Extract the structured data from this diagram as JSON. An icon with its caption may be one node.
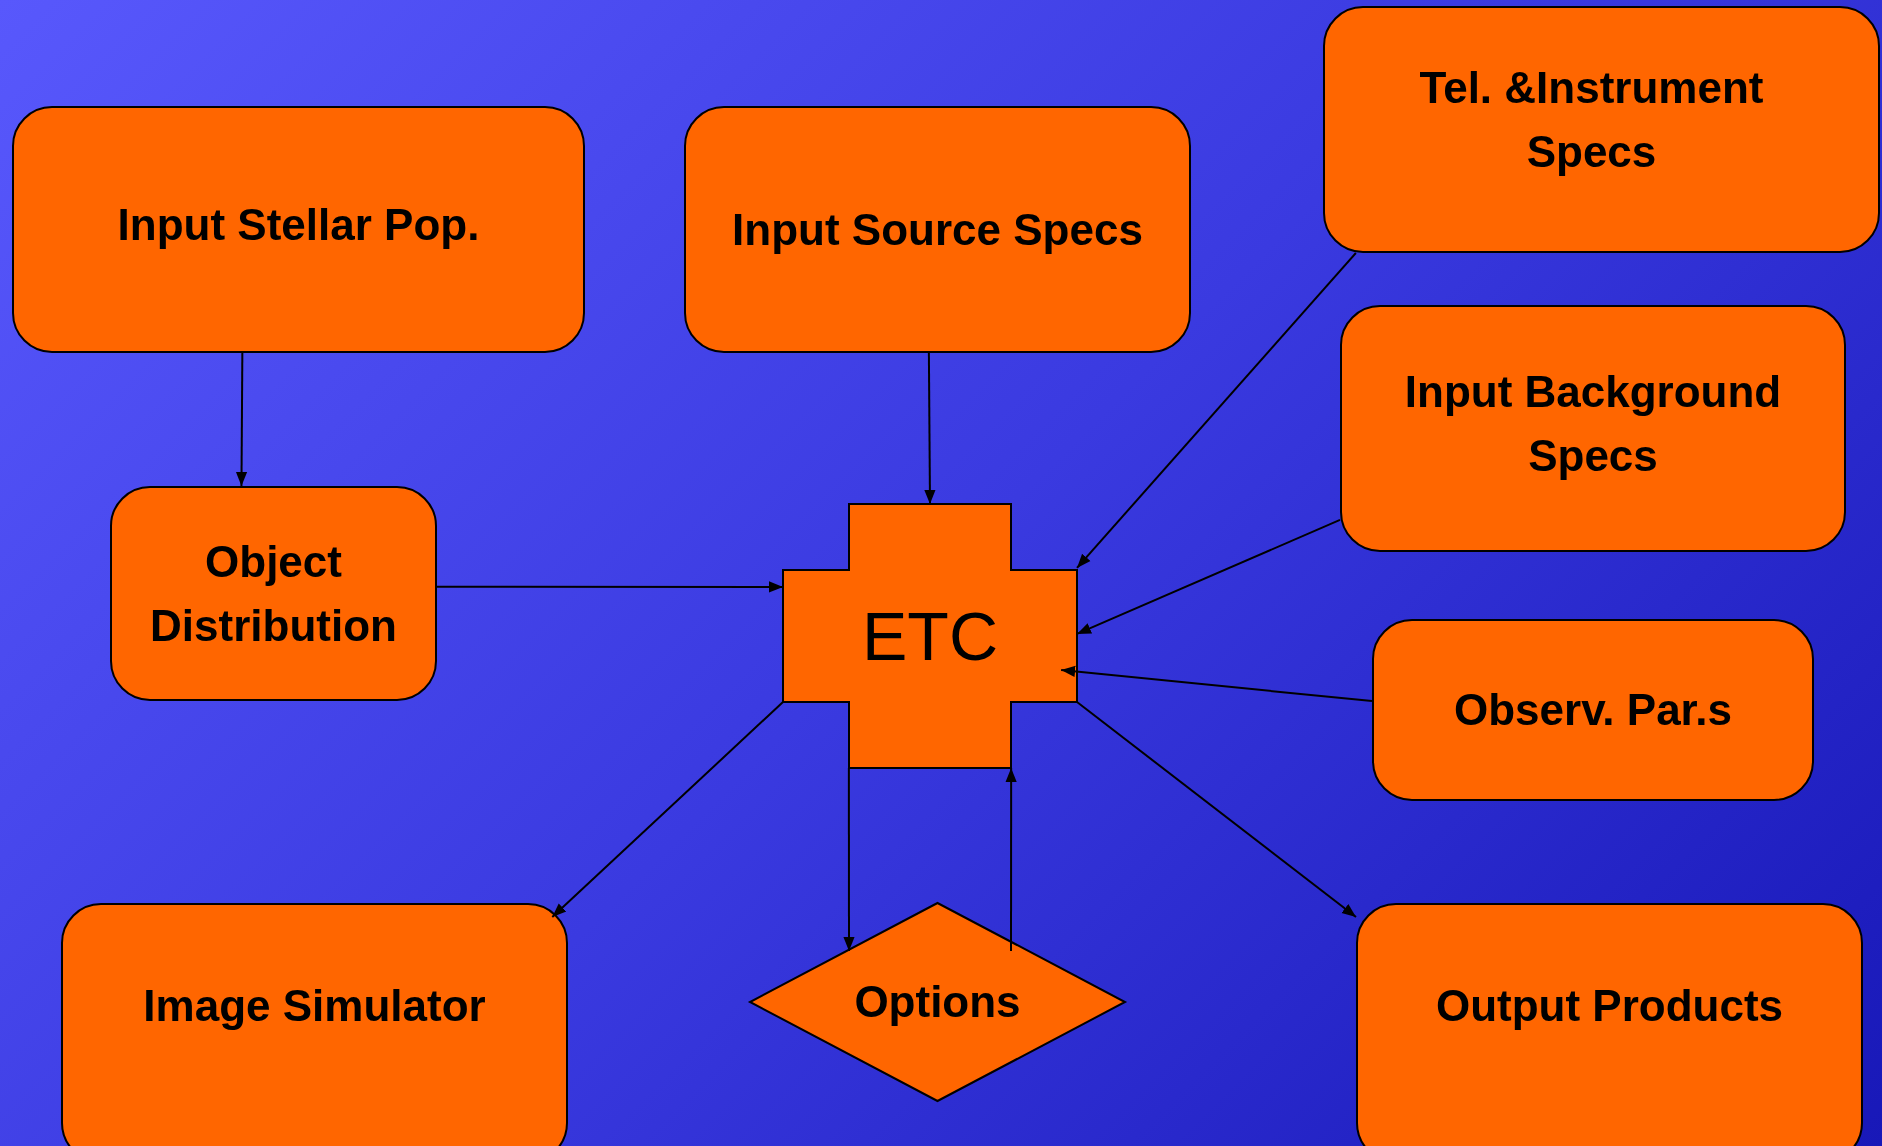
{
  "diagram": {
    "nodes": [
      {
        "text": [
          "Input Stellar Pop."
        ]
      },
      {
        "text": [
          "Input Source Specs"
        ]
      },
      {
        "text": [
          "Tel. &Instrument Specs"
        ]
      },
      {
        "text": [
          "Object Distribution"
        ]
      },
      {
        "text": [
          "ETC"
        ]
      },
      {
        "text": [
          "Input Background Specs"
        ]
      },
      {
        "text": [
          "Observ. Par.s"
        ]
      },
      {
        "text": [
          "Image Simulator"
        ]
      },
      {
        "text": [
          "Options"
        ]
      },
      {
        "text": [
          "Output Products"
        ]
      }
    ],
    "edges": [
      {
        "from": 0,
        "to": 3,
        "arrow": "to"
      },
      {
        "from": 1,
        "to": 4,
        "arrow": "to"
      },
      {
        "from": 3,
        "to": 4,
        "arrow": "to"
      },
      {
        "from": 2,
        "to": 4,
        "arrow": "to"
      },
      {
        "from": 5,
        "to": 4,
        "arrow": "to"
      },
      {
        "from": 6,
        "to": 4,
        "arrow": "to"
      },
      {
        "from": 4,
        "to": 7,
        "arrow": "to"
      },
      {
        "from": 4,
        "to": 8,
        "arrow": "to"
      },
      {
        "from": 8,
        "to": 4,
        "arrow": "to"
      },
      {
        "from": 4,
        "to": 9,
        "arrow": "to"
      }
    ]
  }
}
